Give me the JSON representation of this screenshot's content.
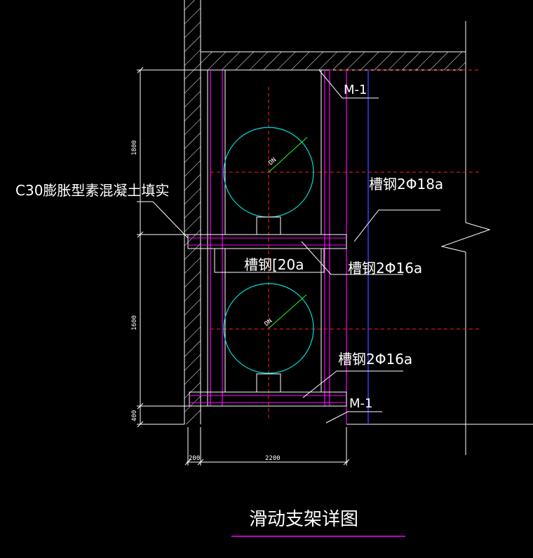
{
  "drawing": {
    "title": "滑动支架详图",
    "labels": {
      "m1_top": "M-1",
      "m1_bottom": "M-1",
      "concrete_fill": "C30膨胀型素混凝土填实",
      "channel_top": "槽钢2Φ18a",
      "channel_mid_beam": "槽钢[20a",
      "channel_mid_right": "槽钢2Φ16a",
      "channel_bottom": "槽钢2Φ16a",
      "pipe_top_size": "DN",
      "pipe_bottom_size": "DN"
    },
    "dimensions": {
      "height_upper": "1800",
      "height_lower": "1600",
      "height_base": "400",
      "width_wall": "200",
      "width_main": "2200"
    },
    "colors": {
      "background": "#000000",
      "line_white": "#ffffff",
      "line_magenta": "#ff00ff",
      "line_blue": "#3a3aff",
      "line_red": "#ff2020",
      "pipe_cyan": "#00e0e0",
      "radius_green": "#20ff20"
    }
  }
}
